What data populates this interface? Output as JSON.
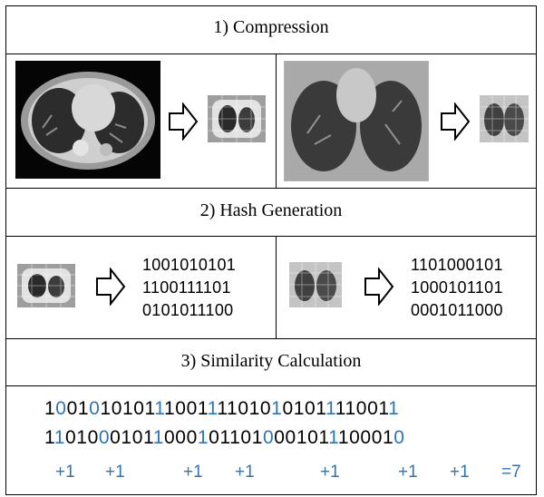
{
  "sections": {
    "compression_title": "1) Compression",
    "hash_title": "2) Hash Generation",
    "similarity_title": "3) Similarity Calculation"
  },
  "hashes": {
    "left": [
      "1001010101",
      "1100111101",
      "0101011100"
    ],
    "right": [
      "1101000101",
      "1000101101",
      "0001011000"
    ]
  },
  "similarity": {
    "sequence_a": "100101010111001111010101011110011",
    "sequence_b": "110100010110001011010001011100010",
    "highlight_positions_a": [
      1,
      4,
      10,
      15,
      21,
      26,
      32
    ],
    "highlight_positions_b": [
      1,
      5,
      10,
      14,
      20,
      26,
      32
    ],
    "increments": [
      "+1",
      "+1",
      "+1",
      "+1",
      "+1",
      "+1",
      "+1"
    ],
    "total": "=7"
  },
  "colors": {
    "highlight": "#2e75b6",
    "line": "#000000"
  },
  "icons": [
    "right-arrow-icon"
  ]
}
